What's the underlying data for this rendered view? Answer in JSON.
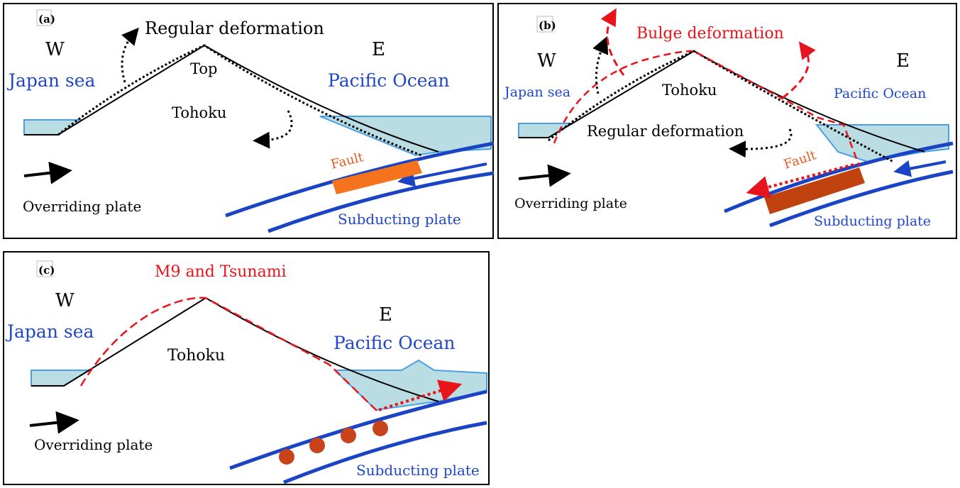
{
  "colors": {
    "blue_label": "#1f47c8",
    "plate_blue": "#1a44c4",
    "water_fill": "#b9dde3",
    "water_edge": "#4aa0e8",
    "red_dash": "#e8141c",
    "fault_orange": "#f4731c",
    "fault_dark": "#c0420e",
    "slip_dot": "#c8421a"
  },
  "panel_a": {
    "tag": "(a)",
    "west": "W",
    "east": "E",
    "deformation_label": "Regular deformation",
    "top_label": "Top",
    "region_label": "Tohoku",
    "sea_label": "Japan sea",
    "ocean_label": "Pacific Ocean",
    "fault_label": "Fault",
    "overriding_label": "Overriding plate",
    "subducting_label": "Subducting plate"
  },
  "panel_b": {
    "tag": "(b)",
    "west": "W",
    "east": "E",
    "bulge_label": "Bulge deformation",
    "region_label": "Tohoku",
    "sea_label": "Japan sea",
    "ocean_label": "Pacific Ocean",
    "regular_label": "Regular deformation",
    "fault_label": "Fault",
    "overriding_label": "Overriding plate",
    "subducting_label": "Subducting plate"
  },
  "panel_c": {
    "tag": "(c)",
    "title": "M9 and Tsunami",
    "west": "W",
    "east": "E",
    "region_label": "Tohoku",
    "sea_label": "Japan sea",
    "ocean_label": "Pacific Ocean",
    "overriding_label": "Overriding plate",
    "subducting_label": "Subducting plate"
  }
}
